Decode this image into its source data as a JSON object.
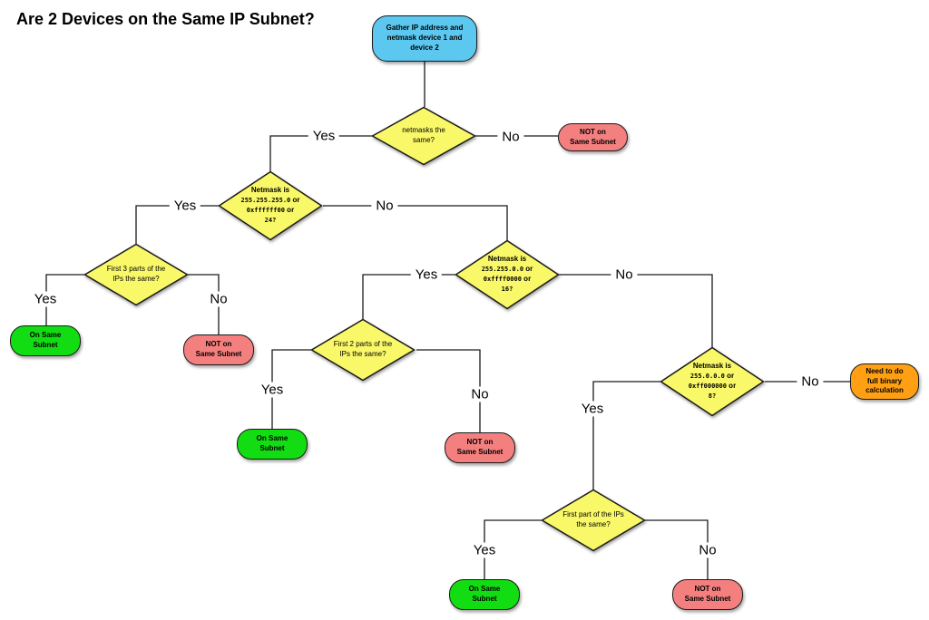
{
  "title": "Are 2 Devices on the Same IP Subnet?",
  "labels": {
    "yes": "Yes",
    "no": "No"
  },
  "colors": {
    "process": "#5CC8F0",
    "decision": "#F9F868",
    "on": "#12DC12",
    "not": "#F47F7F",
    "warn": "#FFA014",
    "stroke": "#1A1A1A"
  },
  "nodes": {
    "start": {
      "label": "Gather IP address and\nnetmask device 1 and\ndevice 2"
    },
    "netmasks_same": {
      "label": "netmasks the\nsame?"
    },
    "not_subnet_1": {
      "label": "NOT on\nSame Subnet"
    },
    "netmask_24": {
      "label": "Netmask is\n255.255.255.0 or\n0xffffff00 or\n24?"
    },
    "first3_same": {
      "label": "First 3 parts of the\nIPs the same?"
    },
    "on_subnet_1": {
      "label": "On Same\nSubnet"
    },
    "not_subnet_2": {
      "label": "NOT on\nSame Subnet"
    },
    "netmask_16": {
      "label": "Netmask is\n255.255.0.0 or\n0xffff0000 or\n16?"
    },
    "first2_same": {
      "label": "First 2 parts of the\nIPs the same?"
    },
    "on_subnet_2": {
      "label": "On Same\nSubnet"
    },
    "not_subnet_3": {
      "label": "NOT on\nSame Subnet"
    },
    "netmask_8": {
      "label": "Netmask is\n255.0.0.0 or\n0xff000000 or\n8?"
    },
    "binary_calc": {
      "label": "Need to do\nfull binary\ncalculation"
    },
    "first1_same": {
      "label": "First part of the IPs\nthe same?"
    },
    "on_subnet_3": {
      "label": "On Same\nSubnet"
    },
    "not_subnet_4": {
      "label": "NOT on\nSame Subnet"
    }
  }
}
